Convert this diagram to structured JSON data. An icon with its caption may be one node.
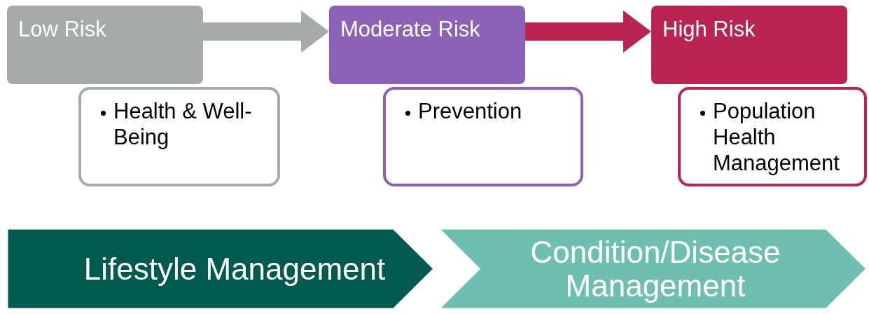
{
  "diagram": {
    "nodes": [
      {
        "text": [
          "Low Risk"
        ]
      },
      {
        "text": [
          "Health & Well-Being"
        ]
      },
      {
        "text": [
          "Moderate Risk"
        ]
      },
      {
        "text": [
          "Prevention"
        ]
      },
      {
        "text": [
          "High Risk"
        ]
      },
      {
        "text": [
          "Population Health Management"
        ]
      },
      {
        "text": [
          "Lifestyle Management"
        ]
      },
      {
        "text": [
          "Condition/Disease Management"
        ]
      }
    ],
    "edges": [
      {
        "from": 0,
        "to": 2,
        "arrow": "to",
        "color": "#a6aaab"
      },
      {
        "from": 2,
        "to": 4,
        "arrow": "to",
        "color": "#b9234f"
      }
    ]
  }
}
